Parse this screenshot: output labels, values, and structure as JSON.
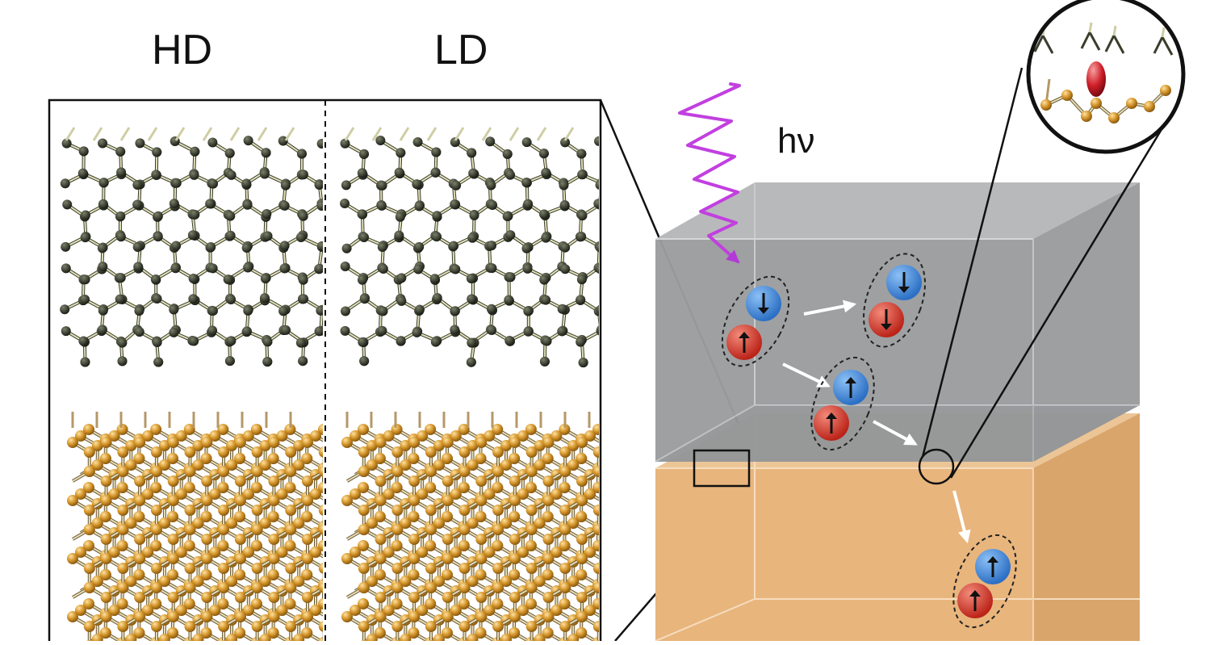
{
  "labels": {
    "hd": "HD",
    "ld": "LD",
    "photon": "hν"
  },
  "colors": {
    "photon": "#c23fe0",
    "top_block": "#8e9093",
    "bottom_block": "#e9b37e",
    "spin_down_particle": "#3f88d8",
    "spin_up_particle": "#d6382c",
    "atom_dark": "#2f3326",
    "bond_dark": "#d9d8b0",
    "atom_gold": "#c98a1e",
    "orbital": "#c8202a"
  },
  "exciton_spins": [
    {
      "top": "down",
      "bottom": "up"
    },
    {
      "top": "down",
      "bottom": "down"
    },
    {
      "top": "up",
      "bottom": "up"
    },
    {
      "top": "up",
      "bottom": "up"
    }
  ],
  "icons": {
    "spin_up": "arrow-up-icon",
    "spin_down": "arrow-down-icon"
  }
}
